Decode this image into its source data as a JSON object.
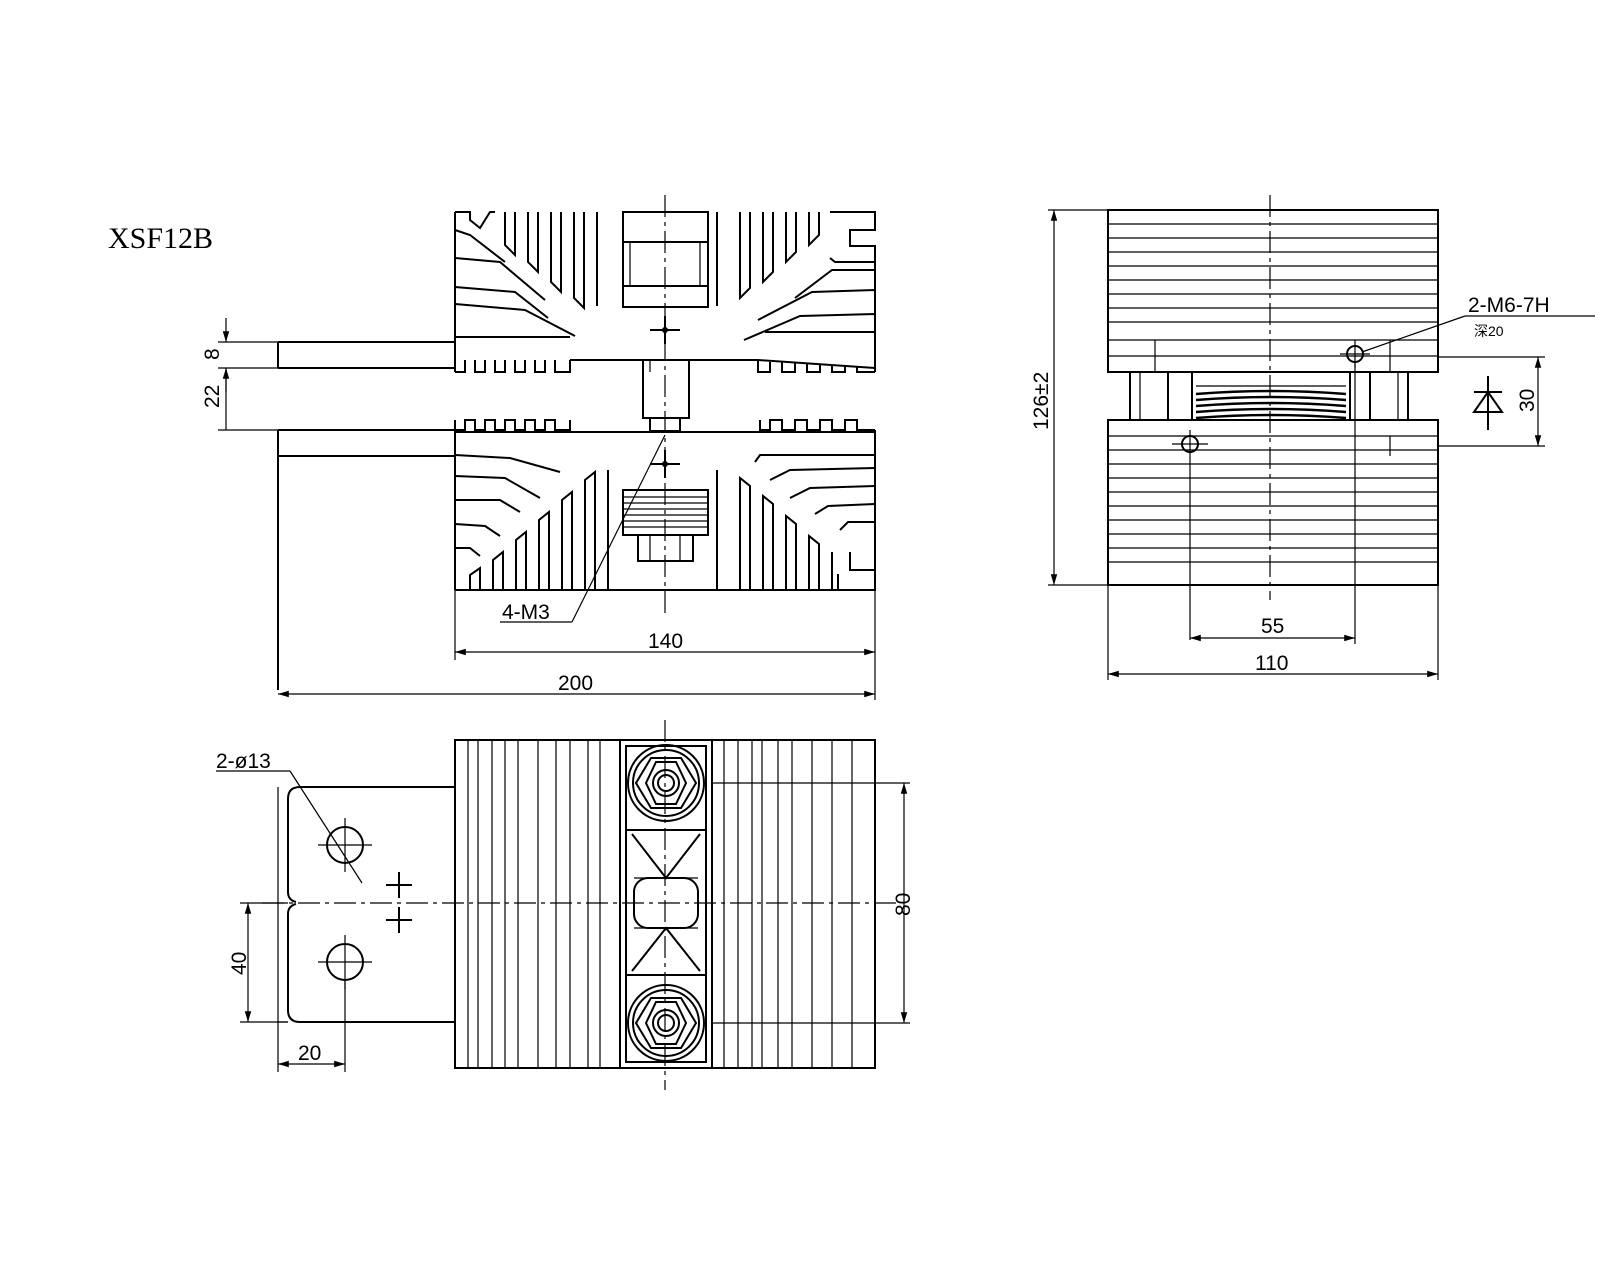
{
  "title": "XSF12B",
  "front_view": {
    "dims": {
      "d8": "8",
      "d22": "22",
      "d140": "140",
      "d200": "200"
    },
    "callout_m3": "4-M3"
  },
  "side_view": {
    "dims": {
      "d126": "126±2",
      "d30": "30",
      "d55": "55",
      "d110": "110"
    },
    "callout_m6": "2-M6-7H",
    "callout_depth": "深20"
  },
  "top_view": {
    "dims": {
      "d80": "80",
      "d40": "40",
      "d20": "20"
    },
    "callout_hole": "2-ø13"
  }
}
